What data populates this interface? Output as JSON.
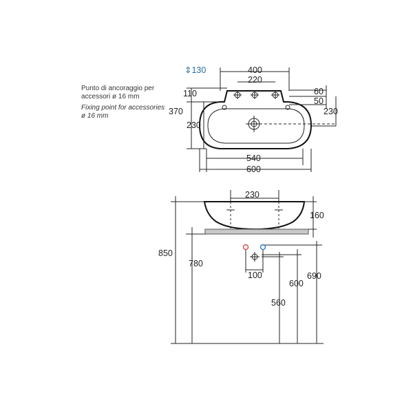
{
  "notes": {
    "it_line1": "Punto di ancoraggio per",
    "it_line2": "accessori ø 16 mm",
    "en_line1": "Fixing point for accessories",
    "en_line2": "ø 16 mm"
  },
  "top_view": {
    "faucet_height": "130",
    "width_top": "400",
    "hole_spacing": "220",
    "right_top": "60",
    "right_second": "50",
    "right_depth": "230",
    "left_top": "110",
    "left_depth": "370",
    "left_basin": "230",
    "inner_width": "540",
    "total_width": "600"
  },
  "side_view": {
    "fix_spacing": "230",
    "basin_height": "160",
    "floor_to_top": "850",
    "floor_to_shelf": "780",
    "outlet_height": "690",
    "supply_height": "600",
    "drain_height": "560",
    "supply_spacing": "100"
  },
  "colors": {
    "hot": "#d9534f",
    "cold": "#3a7fc1",
    "accent_text": "#2b6f9c"
  }
}
